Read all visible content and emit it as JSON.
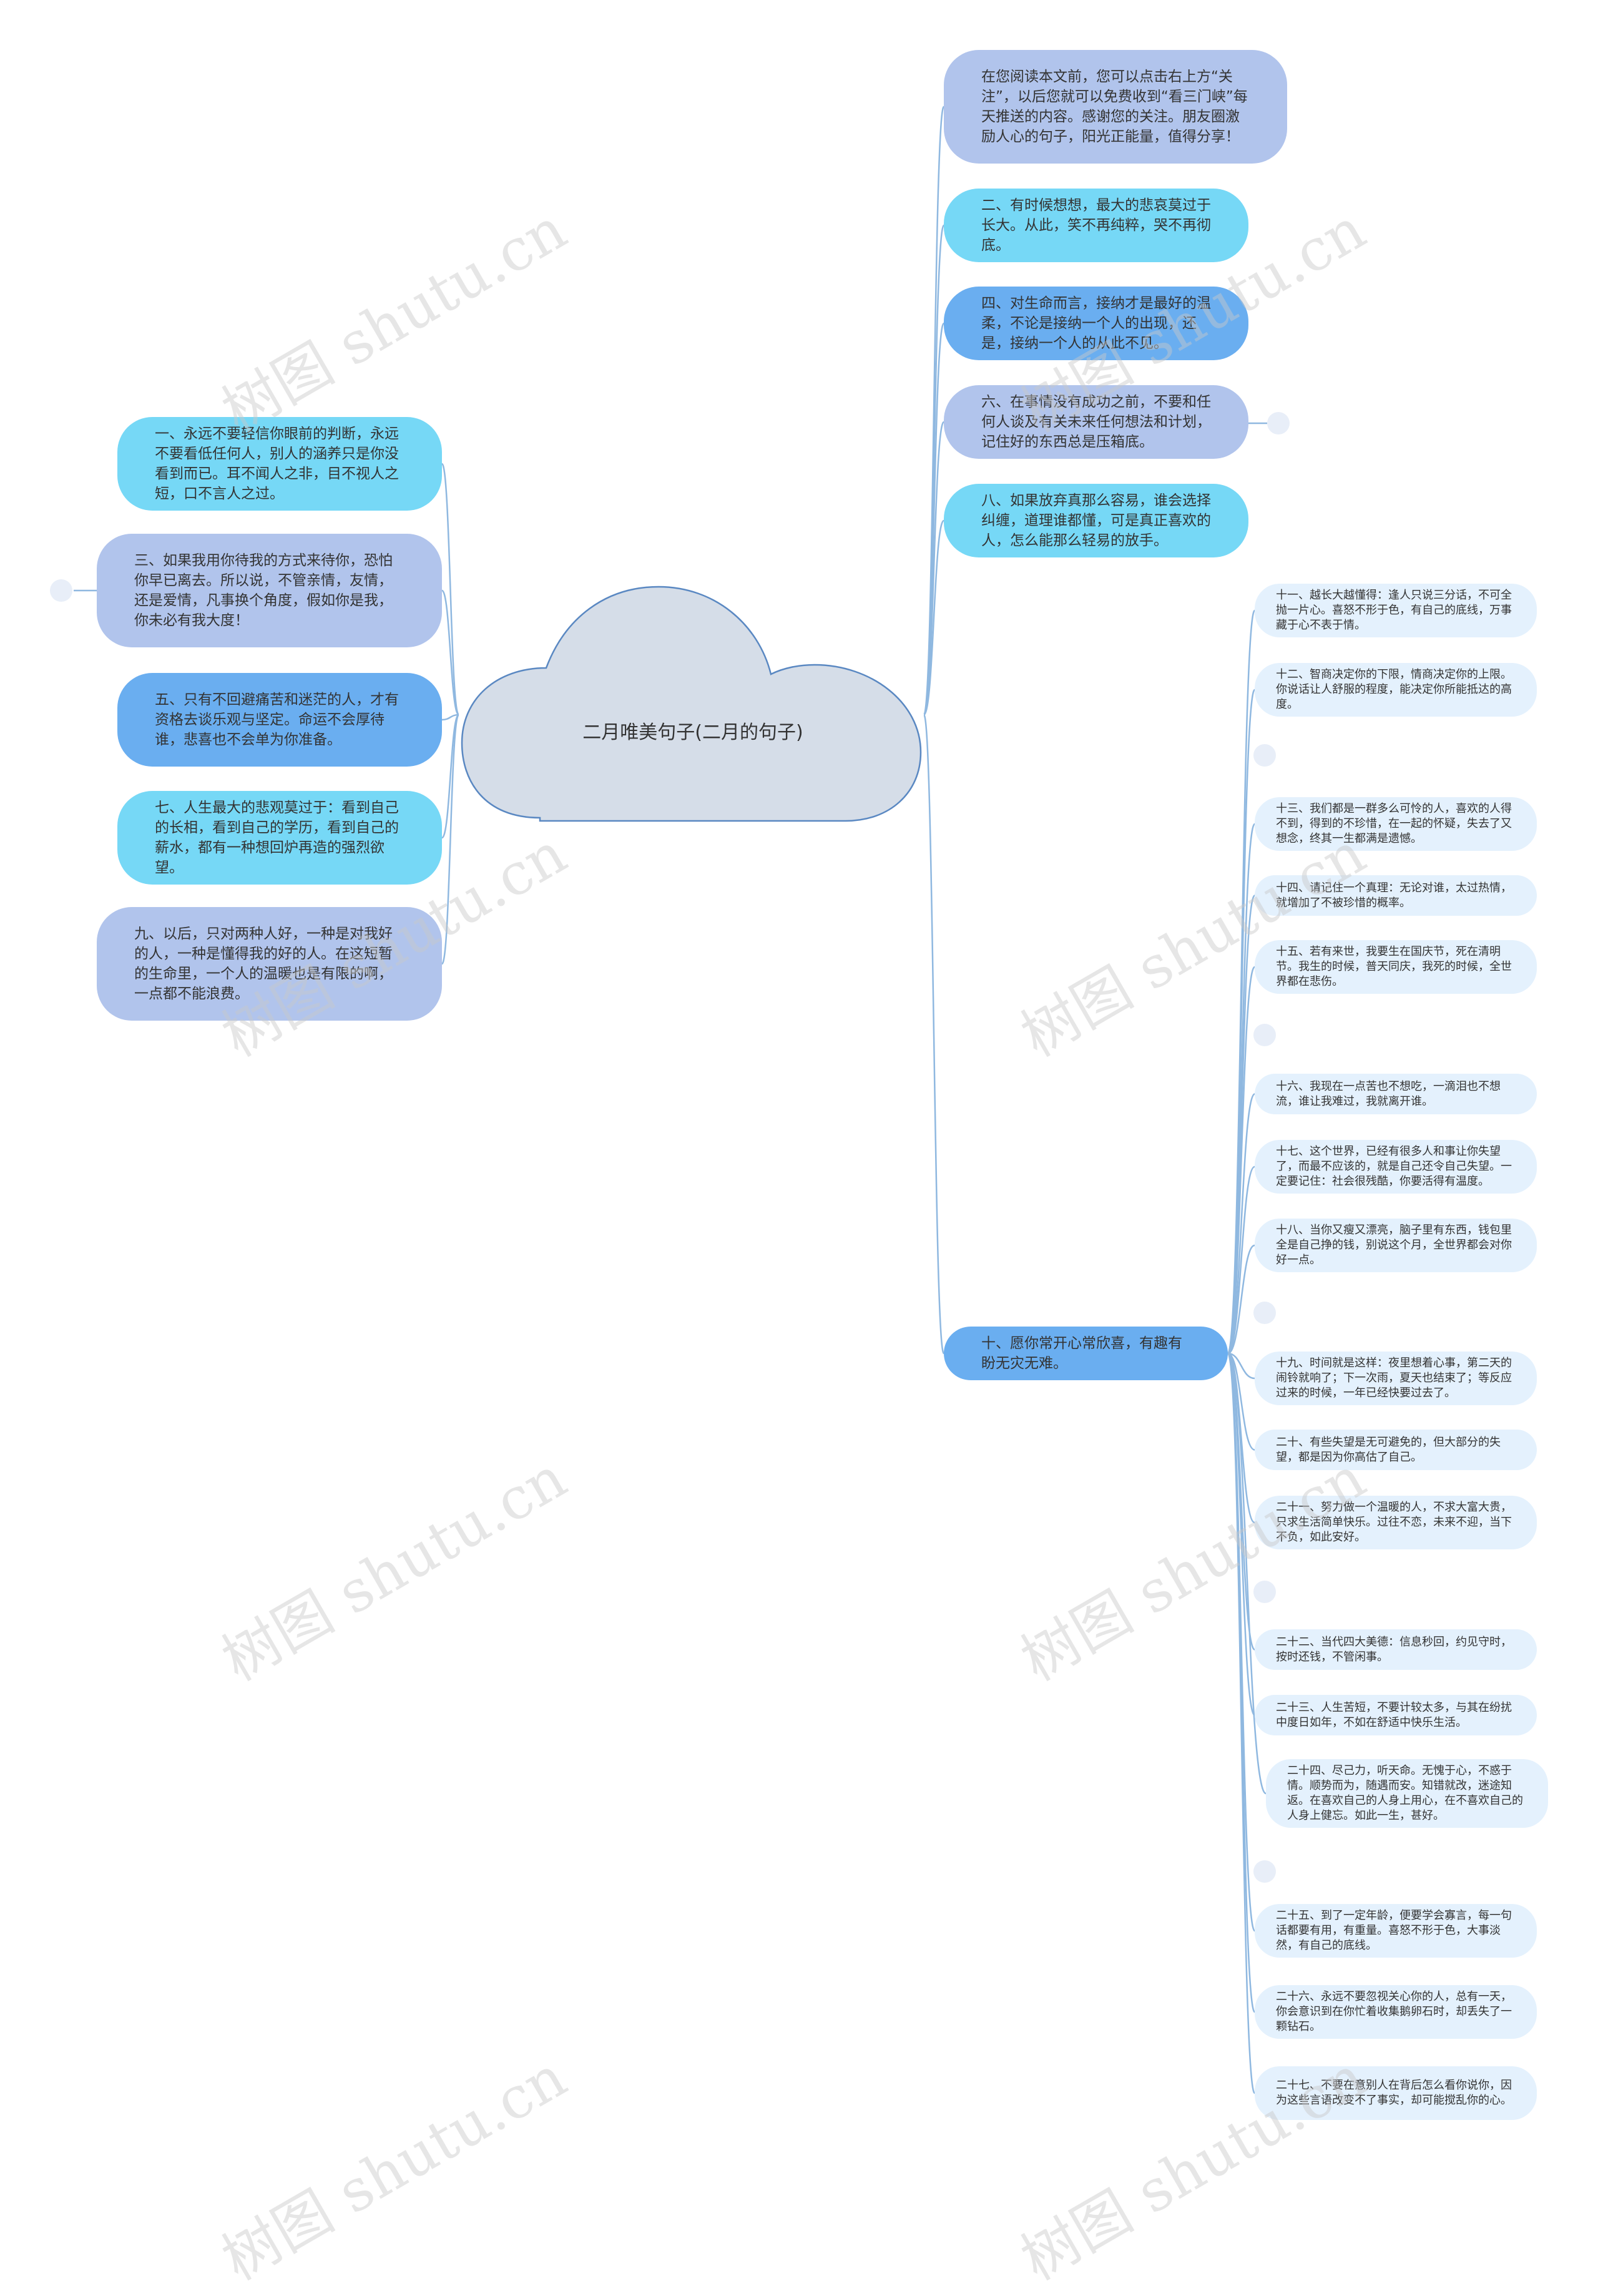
{
  "root": {
    "title": "二月唯美句子(二月的句子)"
  },
  "colors": {
    "cyan": "#76d8f6",
    "lavender": "#b1c4ec",
    "blue": "#6aaef0",
    "leaf": "#e4f1fd",
    "line": "#8fb8e0",
    "root_fill": "#d5dde8",
    "root_stroke": "#5a88c2"
  },
  "watermark": "树图 shutu.cn",
  "left_nodes": [
    {
      "text": "一、永远不要轻信你眼前的判断，永远不要看低任何人，别人的涵养只是你没看到而已。耳不闻人之非，目不视人之短，口不言人之过。",
      "color": "cyan"
    },
    {
      "text": "三、如果我用你待我的方式来待你，恐怕你早已离去。所以说，不管亲情，友情，还是爱情，凡事换个角度，假如你是我，你未必有我大度！",
      "color": "lavender"
    },
    {
      "text": "五、只有不回避痛苦和迷茫的人，才有资格去谈乐观与坚定。命运不会厚待谁，悲喜也不会单为你准备。",
      "color": "blue"
    },
    {
      "text": "七、人生最大的悲观莫过于：看到自己的长相，看到自己的学历，看到自己的薪水，都有一种想回炉再造的强烈欲望。",
      "color": "cyan"
    },
    {
      "text": "九、以后，只对两种人好，一种是对我好的人，一种是懂得我的好的人。在这短暂的生命里，一个人的温暖也是有限的啊，一点都不能浪费。",
      "color": "lavender"
    }
  ],
  "right_nodes": [
    {
      "text": "在您阅读本文前，您可以点击右上方“关注”，以后您就可以免费收到“看三门峡”每天推送的内容。感谢您的关注。朋友圈激励人心的句子，阳光正能量，值得分享！",
      "color": "lavender"
    },
    {
      "text": "二、有时候想想，最大的悲哀莫过于长大。从此，笑不再纯粹，哭不再彻底。",
      "color": "cyan"
    },
    {
      "text": "四、对生命而言，接纳才是最好的温柔，不论是接纳一个人的出现，还是，接纳一个人的从此不见。",
      "color": "blue"
    },
    {
      "text": "六、在事情没有成功之前，不要和任何人谈及有关未来任何想法和计划，记住好的东西总是压箱底。",
      "color": "lavender"
    },
    {
      "text": "八、如果放弃真那么容易，谁会选择纠缠，道理谁都懂，可是真正喜欢的人，怎么能那么轻易的放手。",
      "color": "cyan"
    },
    {
      "text": "十、愿你常开心常欣喜，有趣有盼无灾无难。",
      "color": "blue"
    }
  ],
  "sub_nodes": [
    {
      "text": "十一、越长大越懂得：逢人只说三分话，不可全抛一片心。喜怒不形于色，有自己的底线，万事藏于心不表于情。"
    },
    {
      "text": "十二、智商决定你的下限，情商决定你的上限。你说话让人舒服的程度，能决定你所能抵达的高度。"
    },
    {
      "text": "十三、我们都是一群多么可怜的人，喜欢的人得不到，得到的不珍惜，在一起的怀疑，失去了又想念，终其一生都满是遗憾。"
    },
    {
      "text": "十四、请记住一个真理：无论对谁，太过热情，就增加了不被珍惜的概率。"
    },
    {
      "text": "十五、若有来世，我要生在国庆节，死在清明节。我生的时候，普天同庆，我死的时候，全世界都在悲伤。"
    },
    {
      "text": "十六、我现在一点苦也不想吃，一滴泪也不想流，谁让我难过，我就离开谁。"
    },
    {
      "text": "十七、这个世界，已经有很多人和事让你失望了，而最不应该的，就是自己还令自己失望。一定要记住：社会很残酷，你要活得有温度。"
    },
    {
      "text": "十八、当你又瘦又漂亮，脑子里有东西，钱包里全是自己挣的钱，别说这个月，全世界都会对你好一点。"
    },
    {
      "text": "十九、时间就是这样：夜里想着心事，第二天的闹铃就响了；下一次雨，夏天也结束了；等反应过来的时候，一年已经快要过去了。"
    },
    {
      "text": "二十、有些失望是无可避免的，但大部分的失望，都是因为你高估了自己。"
    },
    {
      "text": "二十一、努力做一个温暖的人，不求大富大贵，只求生活简单快乐。过往不恋，未来不迎，当下不负，如此安好。"
    },
    {
      "text": "二十二、当代四大美德：信息秒回，约见守时，按时还钱，不管闲事。"
    },
    {
      "text": "二十三、人生苦短，不要计较太多，与其在纷扰中度日如年，不如在舒适中快乐生活。"
    },
    {
      "text": "二十四、尽己力，听天命。无愧于心，不惑于情。顺势而为，随遇而安。知错就改，迷途知返。在喜欢自己的人身上用心，在不喜欢自己的人身上健忘。如此一生，甚好。"
    },
    {
      "text": "二十五、到了一定年龄，便要学会寡言，每一句话都要有用，有重量。喜怒不形于色，大事淡然，有自己的底线。"
    },
    {
      "text": "二十六、永远不要忽视关心你的人，总有一天，你会意识到在你忙着收集鹅卵石时，却丢失了一颗钻石。"
    },
    {
      "text": "二十七、不要在意别人在背后怎么看你说你，因为这些言语改变不了事实，却可能搅乱你的心。"
    }
  ]
}
